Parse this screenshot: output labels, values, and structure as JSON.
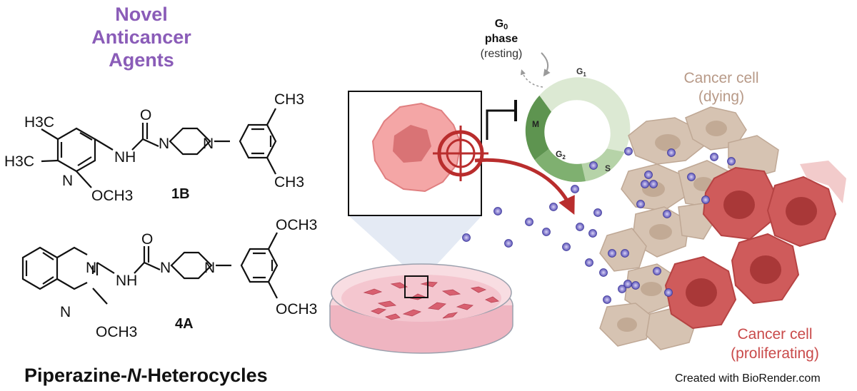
{
  "header": {
    "title_lines": [
      "Novel",
      "Anticancer",
      "Agents"
    ]
  },
  "compounds": [
    {
      "label": "1B",
      "groups": {
        "top_left": "H3C",
        "left": "H3C",
        "ring_n": "N",
        "methoxy": "OCH3",
        "carbonyl_o": "O",
        "amide_nh": "NH",
        "pip_n1": "N",
        "pip_n2": "N",
        "aryl_top": "CH3",
        "aryl_bottom": "CH3"
      }
    },
    {
      "label": "4A",
      "groups": {
        "ring_n_top": "N",
        "ring_n_bottom": "N",
        "methoxy": "OCH3",
        "carbonyl_o": "O",
        "amide_nh": "NH",
        "pip_n1": "N",
        "pip_n2": "N",
        "aryl_top": "OCH3",
        "aryl_bottom": "OCH3"
      }
    }
  ],
  "footer": {
    "title_prefix": "Piperazine-",
    "title_italic": "N",
    "title_suffix": "-Heterocycles",
    "credit": "Created with BioRender.com"
  },
  "cell_cycle": {
    "g0_label_main": "G",
    "g0_label_sub": "0",
    "g0_phase": "phase",
    "g0_resting": "(resting)",
    "phases": [
      {
        "main": "G",
        "sub": "1",
        "color": "#dce9d3"
      },
      {
        "main": "S",
        "sub": "",
        "color": "#b6d3a8"
      },
      {
        "main": "G",
        "sub": "2",
        "color": "#7fb070"
      },
      {
        "main": "M",
        "sub": "",
        "color": "#5e9450"
      }
    ]
  },
  "cells": {
    "dying_line1": "Cancer cell",
    "dying_line2": "(dying)",
    "proliferating_line1": "Cancer cell",
    "proliferating_line2": "(proliferating)",
    "dying_color": "#b89a88",
    "proliferating_color": "#c94a4a"
  },
  "colors": {
    "accent_purple": "#8a5cb8",
    "target_red": "#b92d2d",
    "dish_pink": "#f3c3cc"
  }
}
